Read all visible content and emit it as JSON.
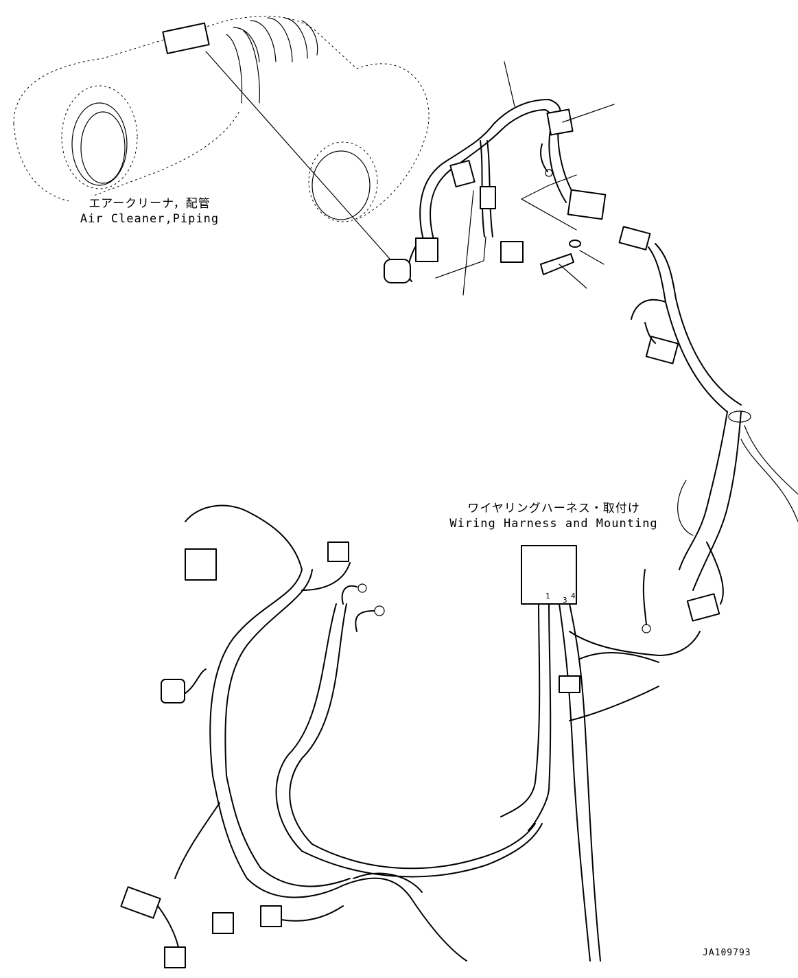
{
  "labels": {
    "air_cleaner_jp": "エアークリーナ，配管",
    "air_cleaner_en": "Air Cleaner,Piping",
    "wiring_jp": "ワイヤリングハーネス・取付け",
    "wiring_en": "Wiring Harness and Mounting"
  },
  "connector_pins": {
    "pin_1": "1",
    "pin_3": "3",
    "pin_4": "4"
  },
  "drawing_number": "JA109793"
}
